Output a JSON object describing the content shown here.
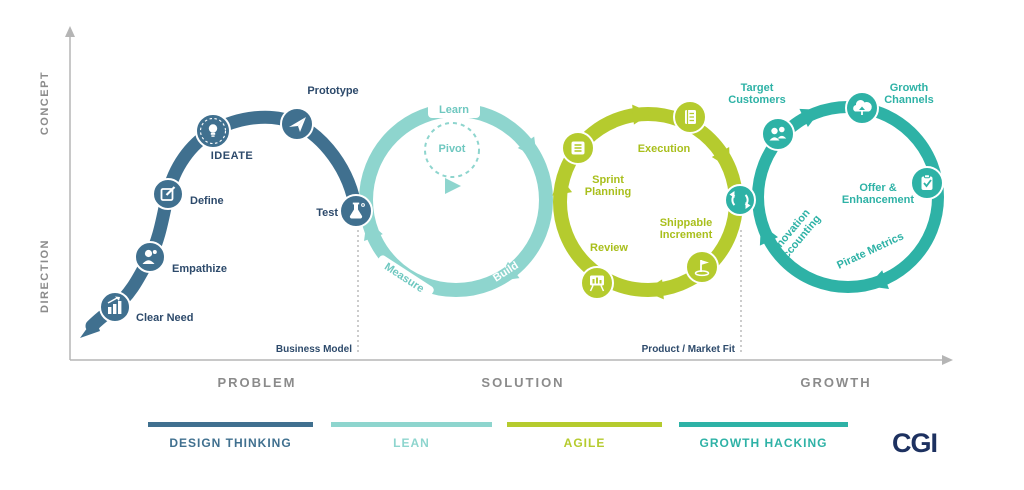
{
  "axes": {
    "concept": "CONCEPT",
    "direction": "DIRECTION",
    "problem": "PROBLEM",
    "solution": "SOLUTION",
    "growth": "GROWTH"
  },
  "milestones": {
    "business_model": "Business Model",
    "product_market_fit": "Product / Market Fit"
  },
  "design_thinking": {
    "clear_need": "Clear Need",
    "empathize": "Empathize",
    "define": "Define",
    "ideate": "IDEATE",
    "prototype": "Prototype",
    "test": "Test"
  },
  "lean": {
    "learn": "Learn",
    "pivot": "Pivot",
    "build": "Build",
    "measure": "Measure"
  },
  "agile": {
    "sprint_planning": "Sprint Planning",
    "execution": "Execution",
    "shippable_increment": "Shippable Increment",
    "review": "Review"
  },
  "growth_hacking": {
    "target_customers": "Target Customers",
    "growth_channels": "Growth Channels",
    "offer_enhancement": "Offer & Enhancement",
    "innovation_accounting": "Innovation Accounting",
    "pirate_metrics": "Pirate Metrics"
  },
  "legend": [
    {
      "label": "DESIGN THINKING",
      "color": "#40708f"
    },
    {
      "label": "LEAN",
      "color": "#8ed5ce"
    },
    {
      "label": "AGILE",
      "color": "#b5cb2e"
    },
    {
      "label": "GROWTH HACKING",
      "color": "#2eb2a6"
    }
  ],
  "logo": {
    "text": "CGI"
  },
  "colors": {
    "design_thinking": "#40708f",
    "lean": "#8ed5ce",
    "agile": "#b5cb2e",
    "growth_hacking": "#2eb2a6",
    "axis": "#b5b5b5",
    "label_navy": "#2d4a6b"
  }
}
